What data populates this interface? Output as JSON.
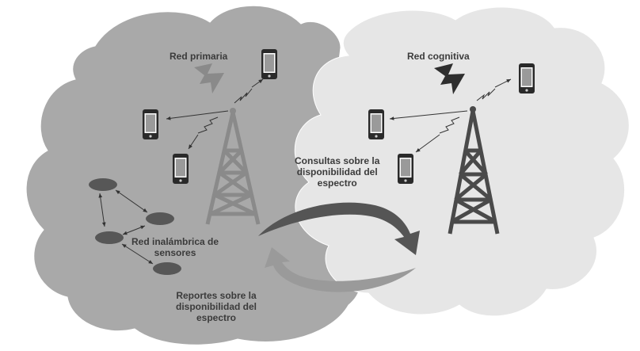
{
  "labels": {
    "primary_network": "Red primaria",
    "cognitive_network": "Red cognitiva",
    "queries": [
      "Consultas sobre la",
      "disponibilidad del",
      "espectro"
    ],
    "reports": [
      "Reportes sobre la",
      "disponibilidad del",
      "espectro"
    ],
    "sensor_network": [
      "Red inalámbrica de",
      "sensores"
    ]
  },
  "colors": {
    "primary_cloud": "#a9a9a9",
    "cognitive_cloud": "#e6e6e6",
    "tower_light": "#8a8a8a",
    "tower_dark": "#4a4a4a",
    "sensor_node": "#575757",
    "arrow_dark": "#555555",
    "arrow_light": "#9a9a9a"
  },
  "icons": [
    "cell-tower-icon",
    "smartphone-icon",
    "lightning-bolt-icon",
    "sensor-node-icon"
  ]
}
